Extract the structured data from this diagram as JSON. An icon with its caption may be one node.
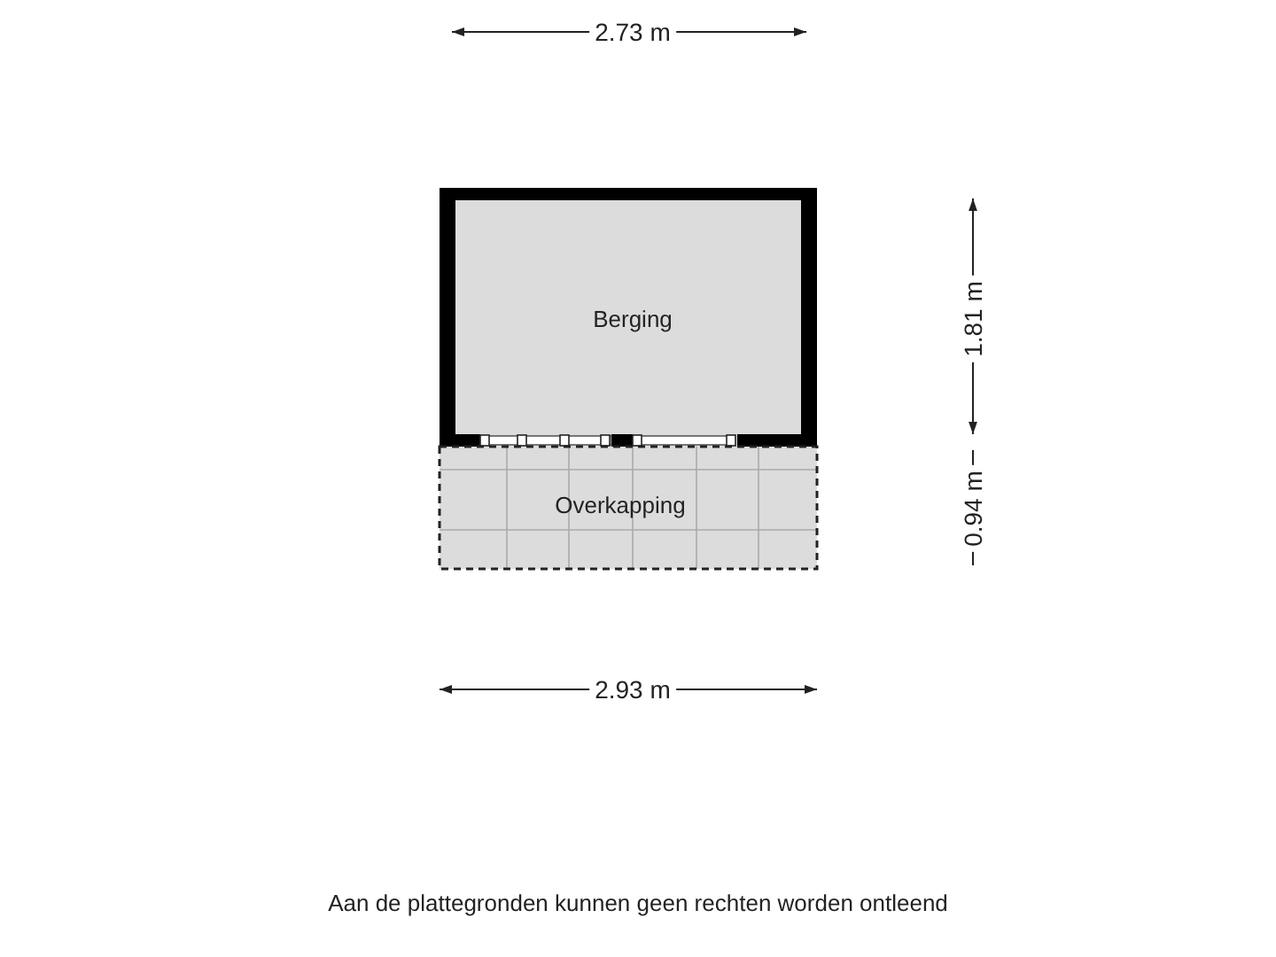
{
  "diagram": {
    "caption": "Aan de plattegronden kunnen geen rechten worden ontleend",
    "nodes": [
      {
        "text": [
          "Berging"
        ]
      },
      {
        "text": [
          "Overkapping"
        ]
      }
    ],
    "labels": [
      "2.73 m",
      "1.81 m",
      "0.94 m",
      "2.93 m"
    ]
  }
}
